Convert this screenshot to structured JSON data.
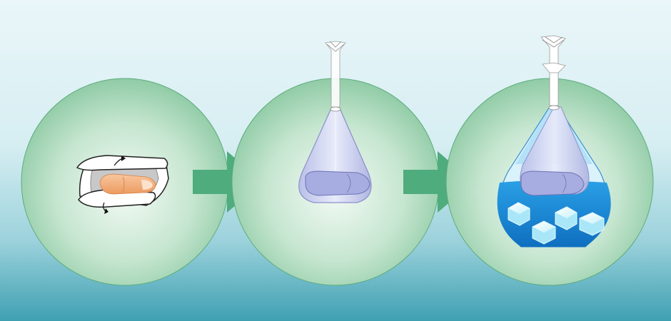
{
  "diagram": {
    "steps": [
      {
        "id": "wrap",
        "description": ""
      },
      {
        "id": "bag",
        "description": ""
      },
      {
        "id": "ice",
        "description": ""
      }
    ],
    "arrows": 2,
    "colors": {
      "background_top": "#e6f4f8",
      "background_bottom": "#4aa6b7",
      "circle": "#9ccfae",
      "arrow": "#4fac7c",
      "bag": "#d8dcf2",
      "finger": "#f2a46c",
      "water": "#1f8fd8",
      "ice": "#b8ecf9"
    },
    "icons": [
      "finger-icon",
      "gauze-wrap-icon",
      "plastic-bag-icon",
      "water-icon",
      "ice-cube-icon",
      "arrow-right-icon"
    ]
  }
}
